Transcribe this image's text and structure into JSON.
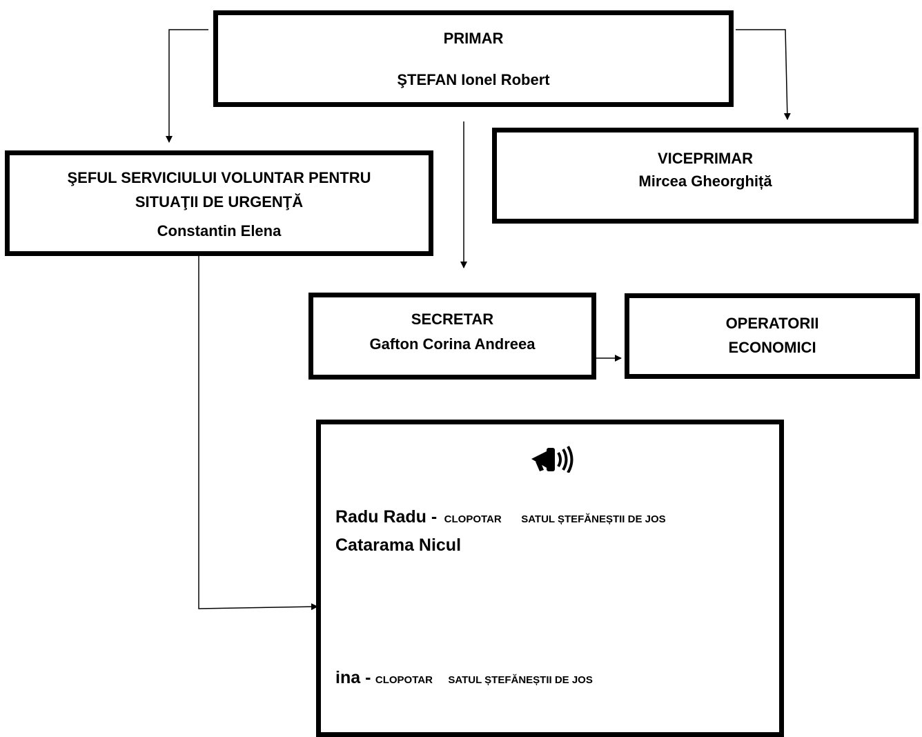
{
  "primar": {
    "title": "PRIMAR",
    "name": "ŞTEFAN Ionel Robert"
  },
  "viceprimar": {
    "title": "VICEPRIMAR",
    "name": "Mircea Gheorghiță"
  },
  "sef_svsu": {
    "line1": "ŞEFUL SERVICIULUI VOLUNTAR PENTRU",
    "line2": "SITUAŢII DE URGENŢĂ",
    "name": "Constantin Elena"
  },
  "secretar": {
    "title": "SECRETAR",
    "name": "Gafton Corina Andreea"
  },
  "operatori": {
    "line1": "OPERATORII",
    "line2": "ECONOMICI"
  },
  "clopotari": {
    "icon": "megaphone-icon",
    "row1": {
      "name": "Radu Radu -",
      "role": "CLOPOTAR",
      "sat": "SATUL ȘTEFĂNEȘTII DE JOS"
    },
    "row2": {
      "name": "Catarama Nicul"
    },
    "row3": {
      "name": "ina -",
      "role": "CLOPOTAR",
      "sat": "SATUL ȘTEFĂNEȘTII DE JOS"
    }
  }
}
